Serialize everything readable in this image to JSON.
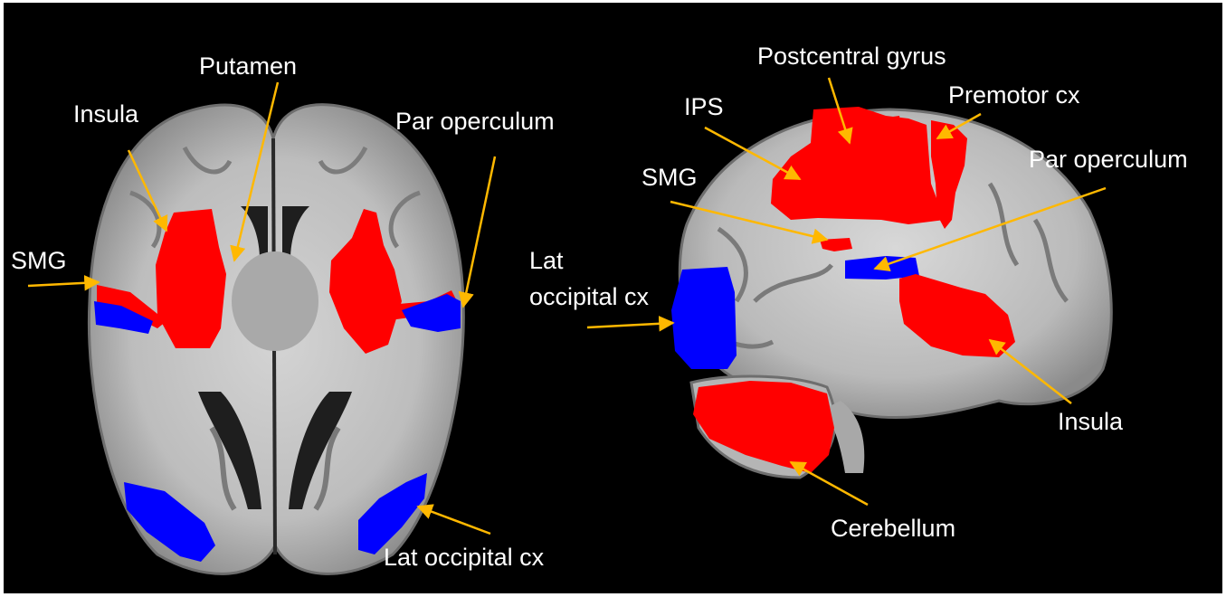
{
  "axial_view": {
    "labels": {
      "putamen": "Putamen",
      "insula": "Insula",
      "par_operculum": "Par operculum",
      "smg": "SMG",
      "lat_occipital_cx": "Lat occipital cx"
    }
  },
  "sagittal_view": {
    "labels": {
      "postcentral_gyrus": "Postcentral gyrus",
      "premotor_cx": "Premotor cx",
      "ips": "IPS",
      "smg": "SMG",
      "par_operculum": "Par operculum",
      "lat_occipital_cx_line1": "Lat",
      "lat_occipital_cx_line2": "occipital cx",
      "insula": "Insula",
      "cerebellum": "Cerebellum"
    }
  },
  "colors": {
    "background": "#000000",
    "activation_red": "#ff0000",
    "activation_blue": "#0000ff",
    "arrow": "#ffb800",
    "label_text": "#ffffff"
  }
}
